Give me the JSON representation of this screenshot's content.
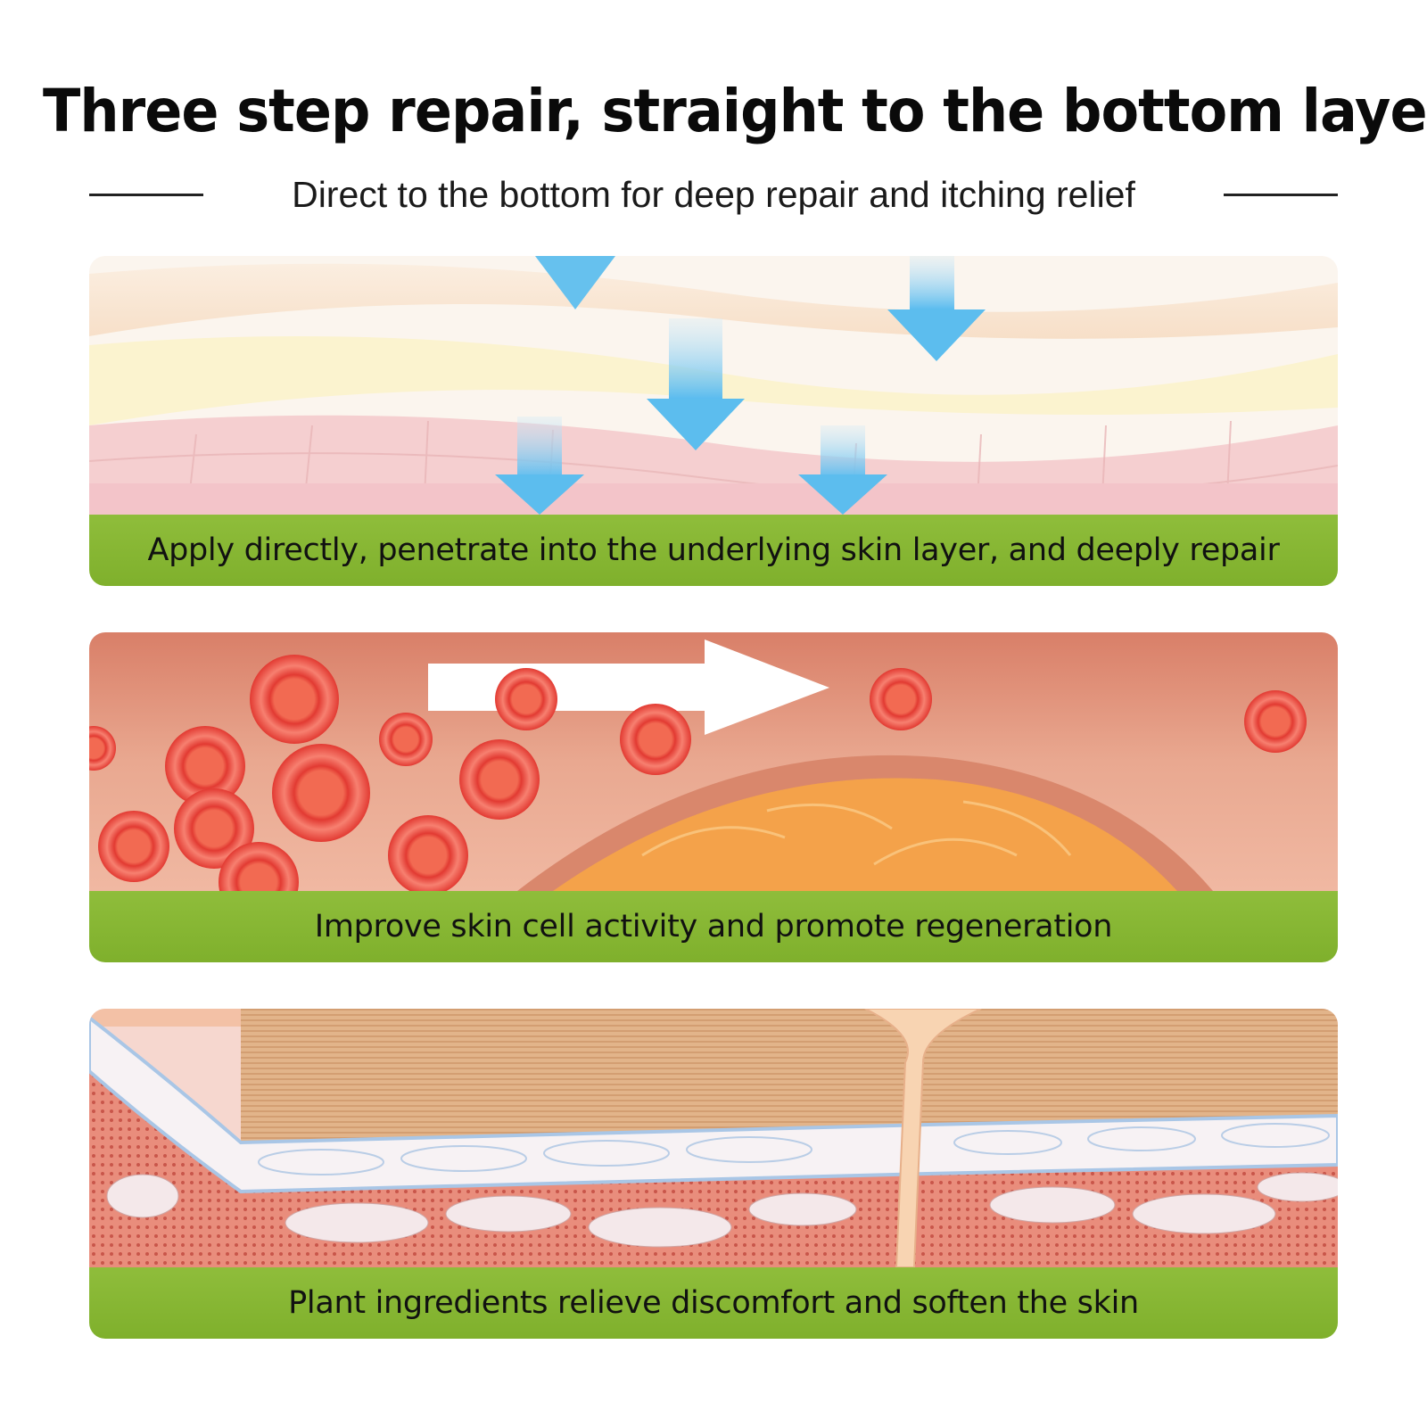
{
  "header": {
    "title": "Three step repair, straight to the bottom layer",
    "subtitle": "Direct to the bottom for deep repair and itching relief"
  },
  "panels": [
    {
      "caption": "Apply directly, penetrate into the underlying skin layer, and deeply repair",
      "art": "skin-layers-arrows-illustration"
    },
    {
      "caption": "Improve skin cell activity and promote regeneration",
      "art": "blood-cells-flow-illustration"
    },
    {
      "caption": "Plant ingredients relieve discomfort and soften the skin",
      "art": "skin-cross-section-illustration"
    }
  ],
  "colors": {
    "caption_bar": "#85b332",
    "title_text": "#0a0a0a",
    "arrow_blue": "#6cc3ee",
    "blood_cell": "#e8423a"
  }
}
